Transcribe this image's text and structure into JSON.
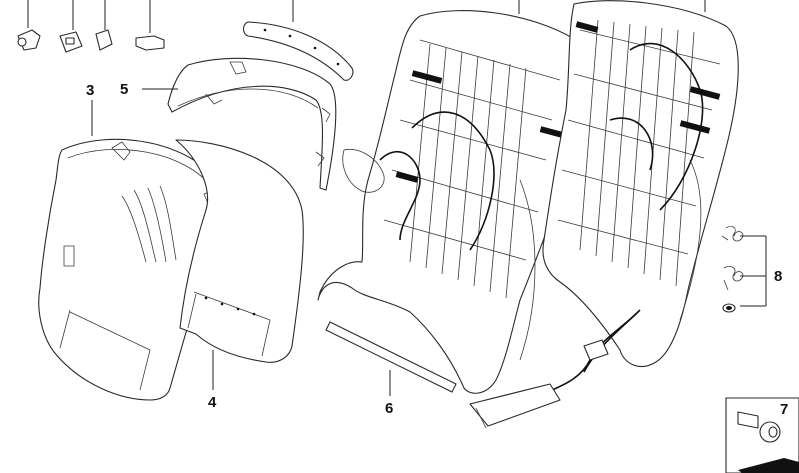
{
  "diagram": {
    "callouts": [
      {
        "id": "3",
        "label": "3"
      },
      {
        "id": "5",
        "label": "5"
      },
      {
        "id": "4",
        "label": "4"
      },
      {
        "id": "6",
        "label": "6"
      },
      {
        "id": "7",
        "label": "7"
      },
      {
        "id": "8",
        "label": "8"
      }
    ],
    "colors": {
      "line": "#222222",
      "fill": "#ffffff",
      "accent": "#111111"
    }
  }
}
